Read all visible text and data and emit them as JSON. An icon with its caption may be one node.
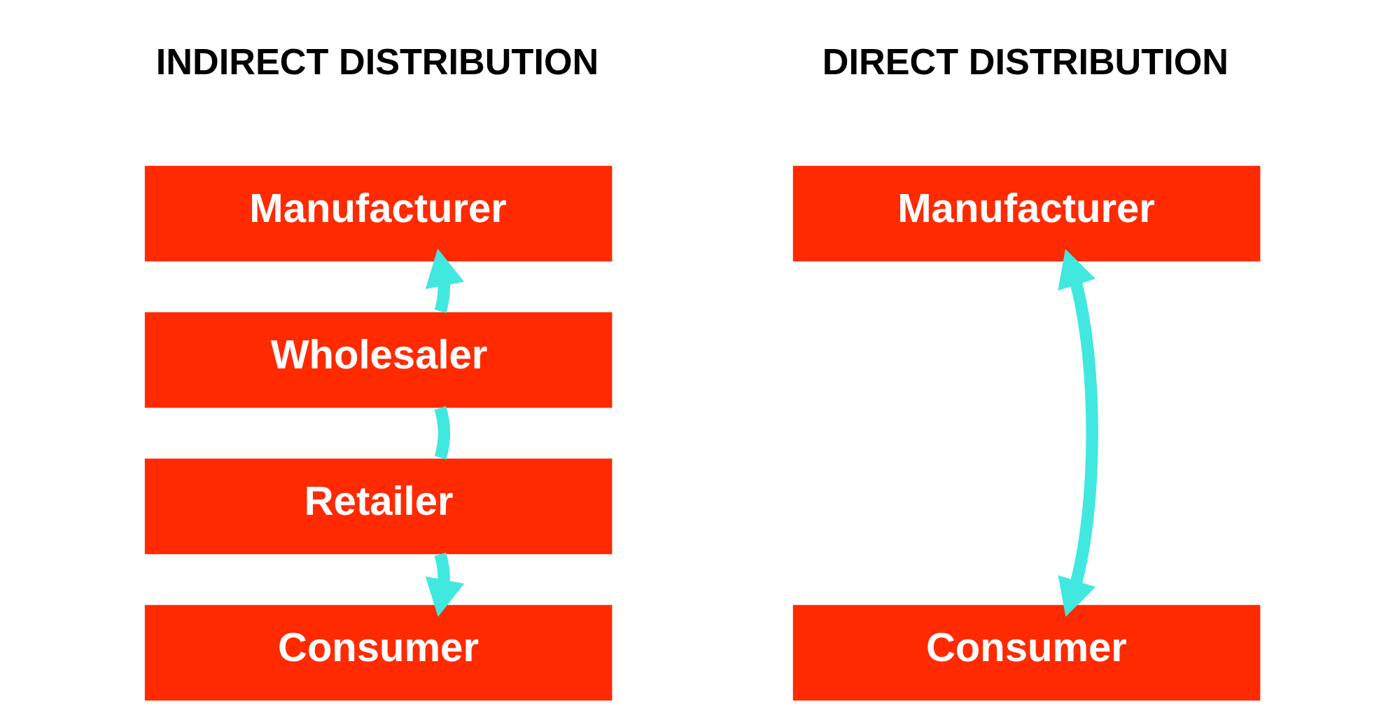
{
  "diagram": {
    "nodes": [
      {
        "text": [
          "Manufacturer"
        ]
      },
      {
        "text": [
          "Wholesaler"
        ]
      },
      {
        "text": [
          "Retailer"
        ]
      },
      {
        "text": [
          "Consumer"
        ]
      },
      {
        "text": [
          "Manufacturer"
        ]
      },
      {
        "text": [
          "Consumer"
        ]
      }
    ],
    "edges": [
      {
        "from": 1,
        "to": 0,
        "arrow": "to"
      },
      {
        "from": 1,
        "to": 2,
        "arrow": "none"
      },
      {
        "from": 2,
        "to": 3,
        "arrow": "to"
      },
      {
        "from": 4,
        "to": 5,
        "arrow": "both"
      }
    ],
    "labels": [
      "INDIRECT DISTRIBUTION",
      "DIRECT DISTRIBUTION"
    ]
  }
}
